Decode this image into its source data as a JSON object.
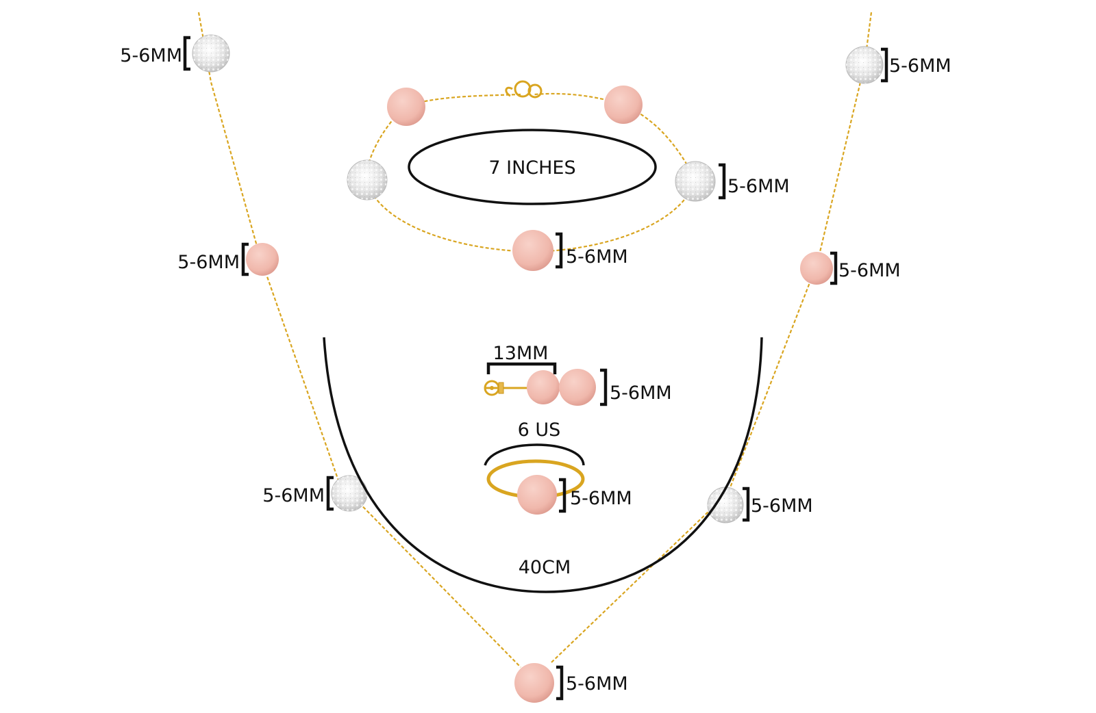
{
  "colors": {
    "chain": "#d9a520",
    "pearl": "#f0b8ac",
    "pearl_dark": "#e09c90",
    "crystal": "#e6e6e6",
    "crystal_dot": "#ffffff",
    "outline": "#111111",
    "background": "#ffffff"
  },
  "necklace": {
    "length_label": "40CM",
    "size_labels": {
      "top_left_crystal": "5-6MM",
      "top_right_crystal": "5-6MM",
      "mid_left_pearl": "5-6MM",
      "mid_right_pearl": "5-6MM",
      "low_left_crystal": "5-6MM",
      "low_right_crystal": "5-6MM",
      "bottom_pearl": "5-6MM"
    }
  },
  "bracelet": {
    "length_label": "7 INCHES",
    "size_labels": {
      "right_crystal": "5-6MM",
      "bottom_pearl": "5-6MM"
    }
  },
  "earrings": {
    "length_label": "13MM",
    "size_label": "5-6MM"
  },
  "ring": {
    "size_label": "6 US",
    "pearl_label": "5-6MM"
  }
}
